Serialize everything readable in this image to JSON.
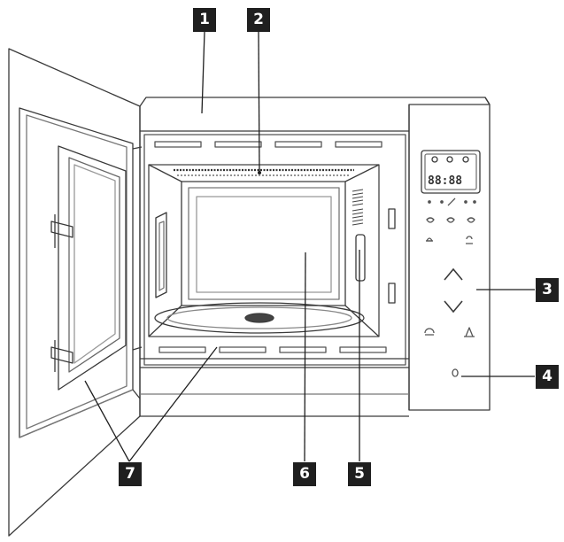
{
  "callouts": [
    {
      "id": "1",
      "label": "1"
    },
    {
      "id": "2",
      "label": "2"
    },
    {
      "id": "3",
      "label": "3"
    },
    {
      "id": "4",
      "label": "4"
    },
    {
      "id": "5",
      "label": "5"
    },
    {
      "id": "6",
      "label": "6"
    },
    {
      "id": "7",
      "label": "7"
    }
  ],
  "control_panel": {
    "display_text": "88:88",
    "up_icon": "chevron-up-icon",
    "down_icon": "chevron-down-icon"
  },
  "colors": {
    "line": "#3a3a3a",
    "light_line": "#888888",
    "callout_bg": "#1f1f1f",
    "callout_text": "#ffffff"
  }
}
